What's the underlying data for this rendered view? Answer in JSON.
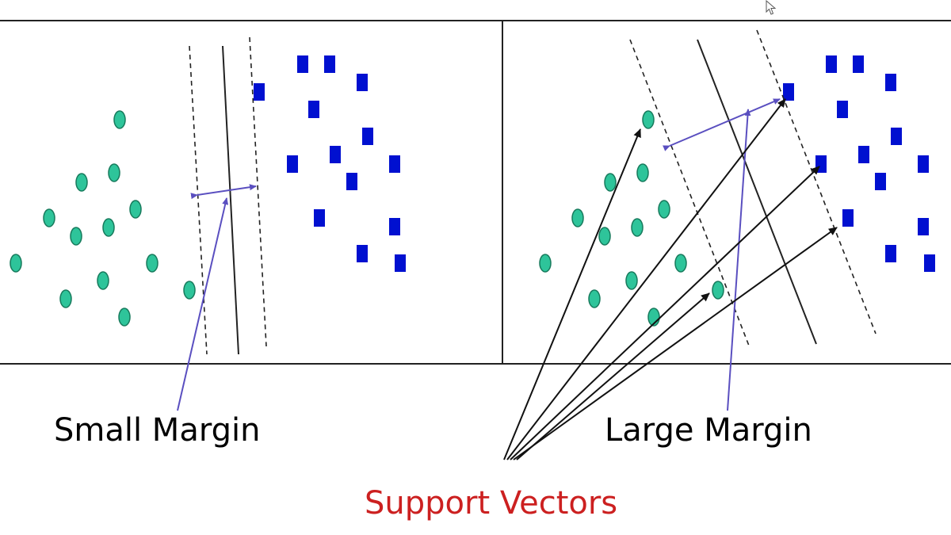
{
  "labels": {
    "small_margin": "Small Margin",
    "large_margin": "Large Margin",
    "support_vectors": "Support Vectors"
  },
  "colors": {
    "circle_fill": "#2ec49a",
    "circle_stroke": "#177a5c",
    "square_fill": "#0010d0",
    "arrow_blue": "#5a4fc0",
    "support_vectors_text": "#cc2020",
    "line": "#222222"
  },
  "icons": [
    "mouse-cursor-icon"
  ]
}
